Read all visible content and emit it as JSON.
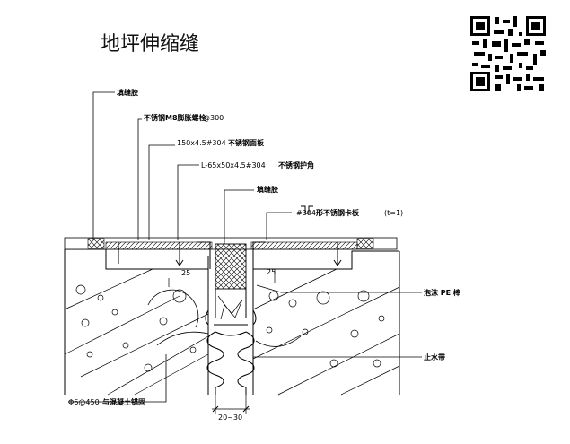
{
  "title": "地坪伸缩缝",
  "labels": {
    "sealant_top": "填缝胶",
    "anchor_bolt": "不锈钢M8膨胀螺栓",
    "anchor_spacing": "@300",
    "cover_plate_size": "150x4.5#304",
    "cover_plate_name": "不锈钢面板",
    "angle_size": "L-65x50x4.5#304",
    "angle_name": "不锈钢护角",
    "sealant_mid": "填缝胶",
    "clip_grade": "#304",
    "clip_name": "形不锈钢卡板",
    "clip_thickness": "(t=1)",
    "pe_rod": "泡沫 PE 棒",
    "waterstop": "止水带",
    "rebar": "Φ6@450",
    "rebar_name": "与混凝土锚固",
    "dim_left": "25",
    "dim_right": "25",
    "gap_width": "20~30"
  }
}
